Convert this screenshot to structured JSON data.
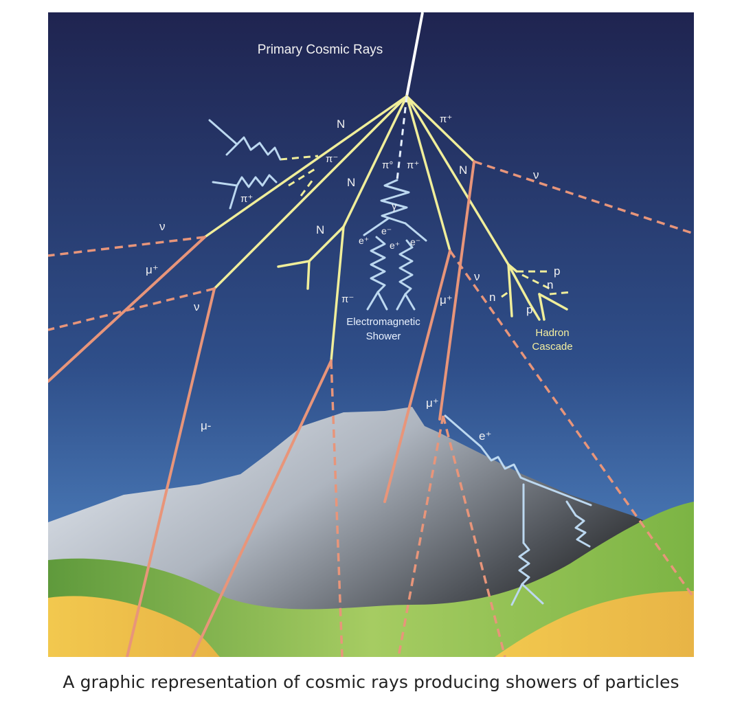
{
  "title": "Primary Cosmic Rays",
  "caption": "A graphic representation of cosmic rays producing showers of particles",
  "labels": {
    "n1": "N",
    "n2": "N",
    "n3": "N",
    "n4": "N",
    "pi_minus_top": "π⁻",
    "pi_plus_left": "π⁺",
    "pi_zero": "π°",
    "pi_plus_mid": "π⁺",
    "pi_plus_top": "π⁺",
    "gamma": "γ",
    "e_plus_1": "e⁺",
    "e_minus_1": "e⁻",
    "e_plus_2": "e⁺",
    "e_minus_2": "e⁻",
    "pi_minus_low": "π⁻",
    "nu_left": "ν",
    "mu_plus_left": "μ⁺",
    "nu_left2": "ν",
    "nu_right": "ν",
    "nu_mid": "ν",
    "mu_plus_mid": "μ⁺",
    "mu_minus": "μ-",
    "mu_plus_low": "μ⁺",
    "e_plus_low": "e⁺",
    "hadron_p1": "p",
    "hadron_n1": "n",
    "hadron_n2": "n",
    "hadron_p2": "p",
    "em_shower_line1": "Electromagnetic",
    "em_shower_line2": "Shower",
    "hadron_line1": "Hadron",
    "hadron_line2": "Cascade"
  },
  "colors": {
    "sky_top": "#1f2450",
    "sky_bottom": "#4f86c6",
    "nucleon": "#f0ee9a",
    "muon": "#e8957a",
    "electron": "#bcd8f0",
    "mountain_light": "#dfe5ee",
    "mountain_dark": "#2b2b2b",
    "grass": "#8cbf4a",
    "sand": "#f0c24a"
  }
}
